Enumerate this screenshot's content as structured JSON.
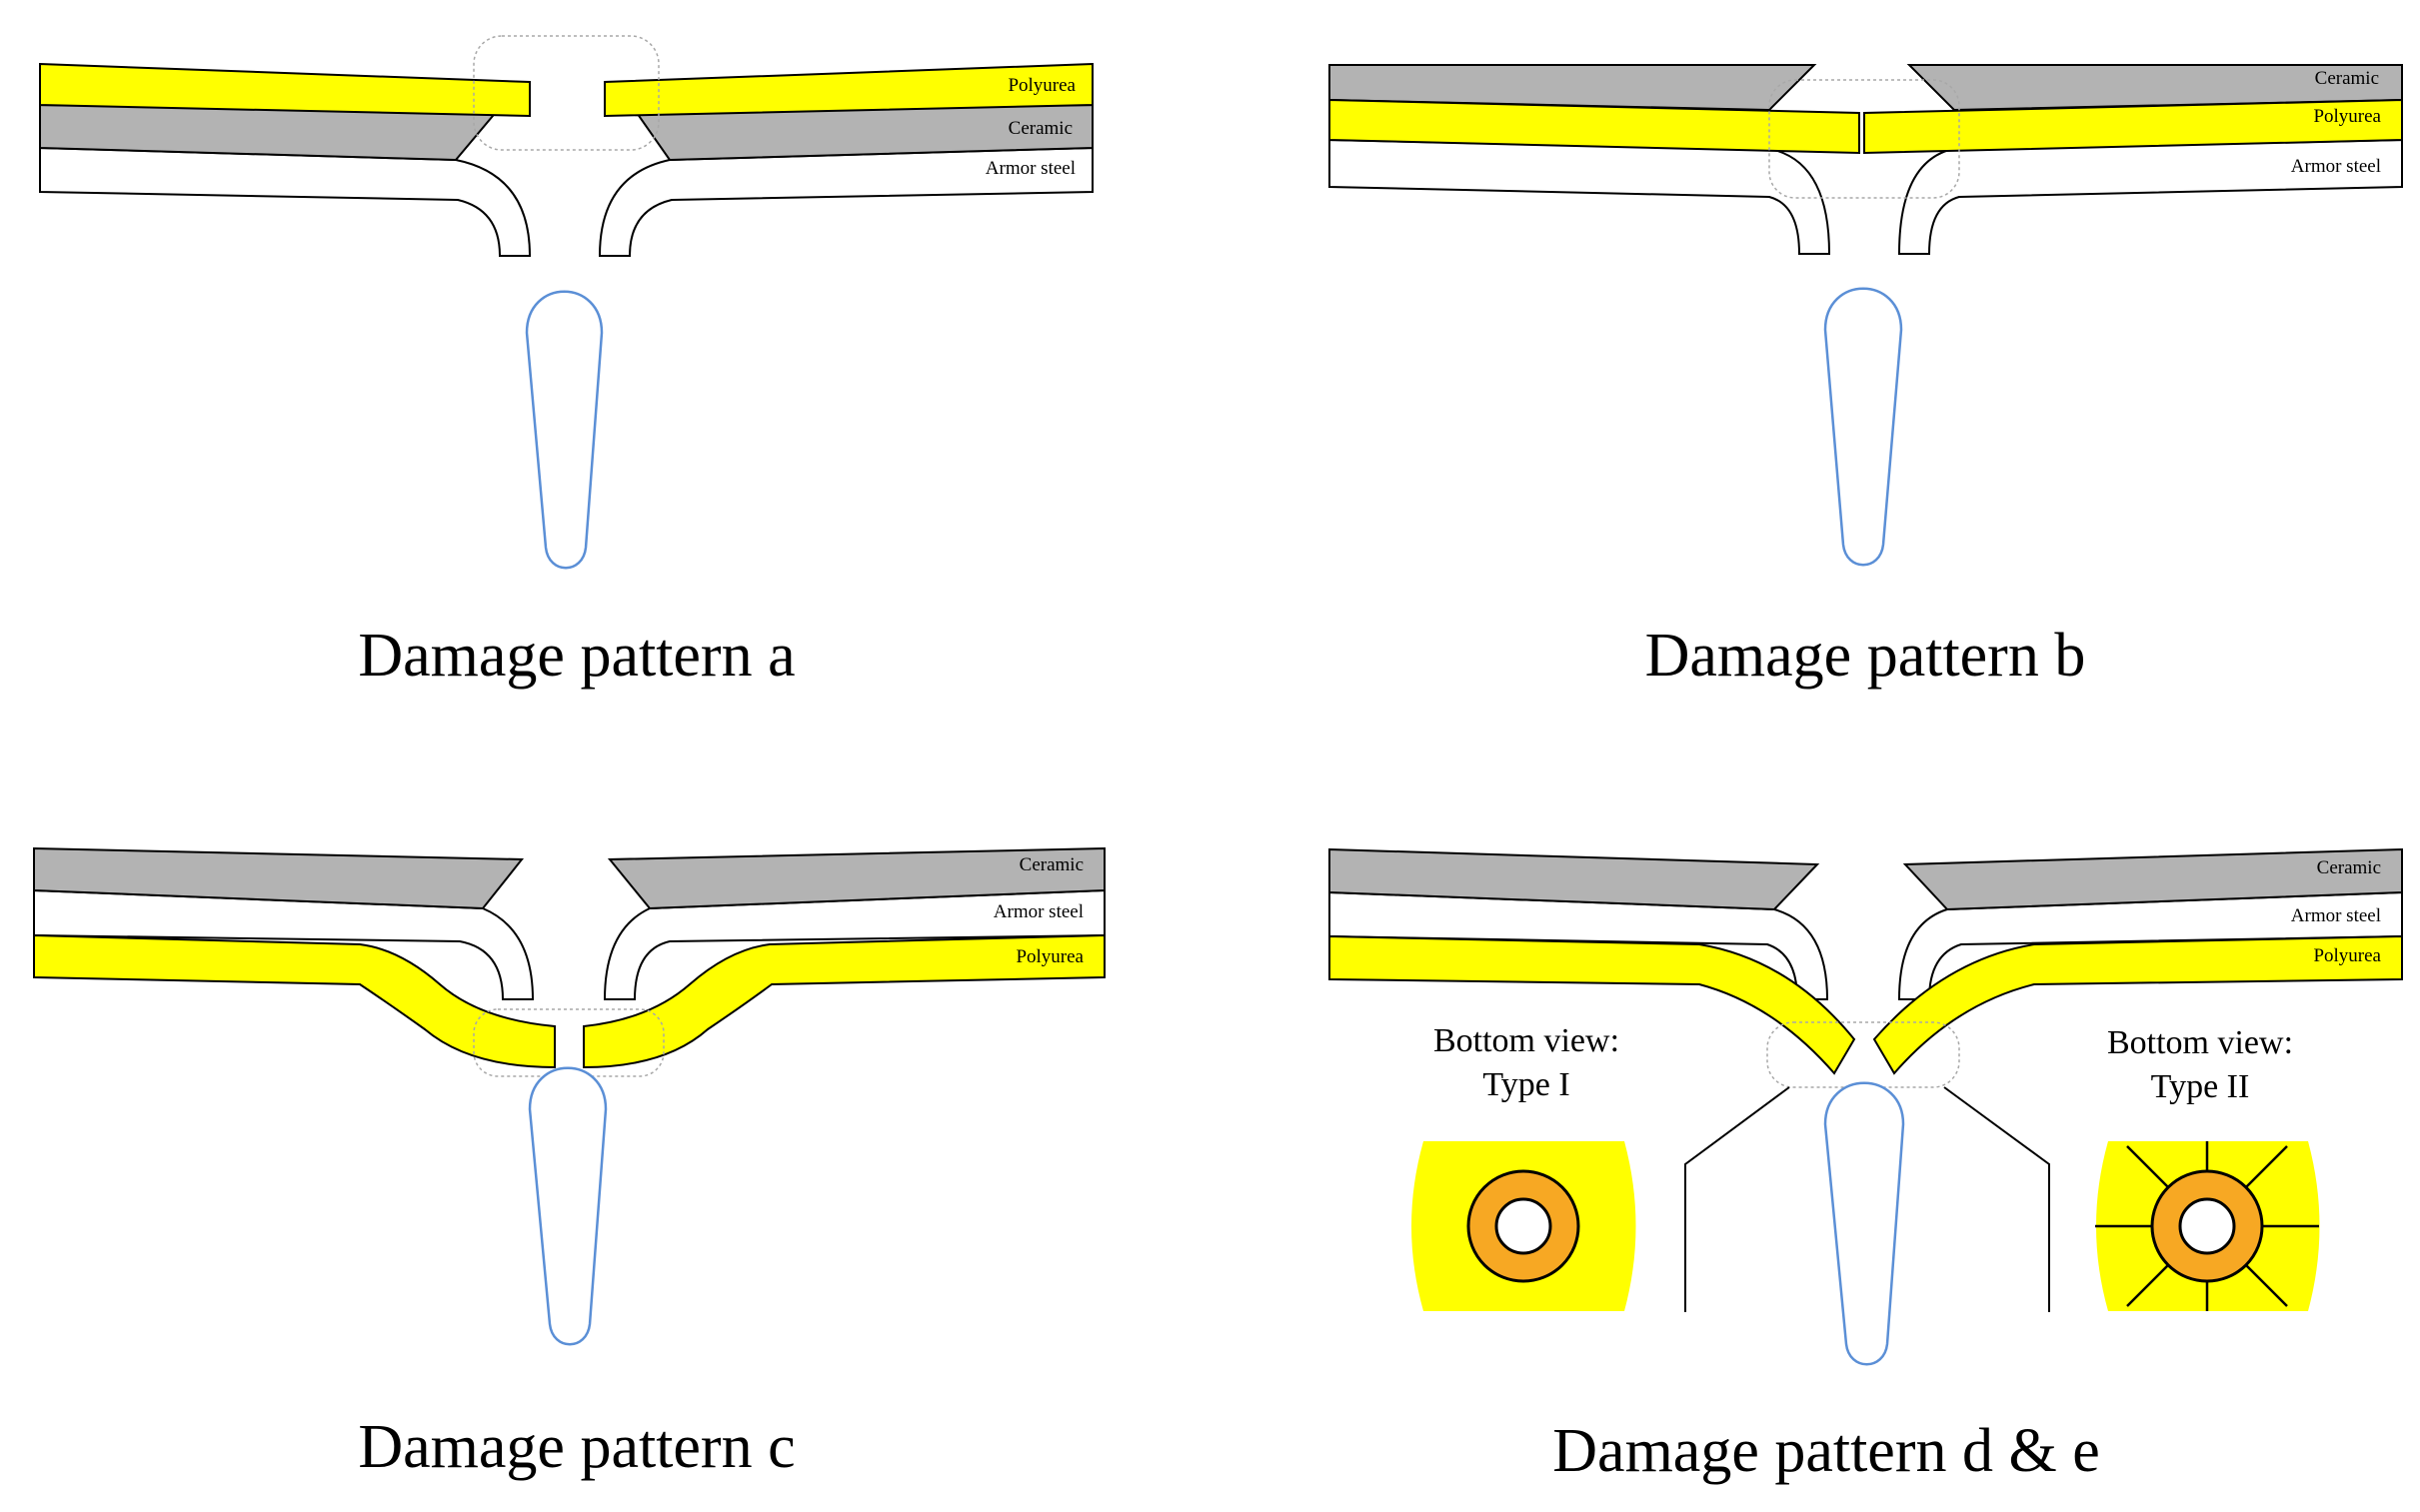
{
  "colors": {
    "polyurea": "#ffff00",
    "ceramic": "#b3b3b3",
    "armor_steel": "#ffffff",
    "ring": "#f7a823",
    "projectile_outline": "#5b8fd6"
  },
  "panel_a": {
    "label_polyurea": "Polyurea",
    "label_ceramic": "Ceramic",
    "label_steel": "Armor steel",
    "caption": "Damage pattern a"
  },
  "panel_b": {
    "label_ceramic": "Ceramic",
    "label_polyurea": "Polyurea",
    "label_steel": "Armor steel",
    "caption": "Damage pattern b"
  },
  "panel_c": {
    "label_ceramic": "Ceramic",
    "label_steel": "Armor steel",
    "label_polyurea": "Polyurea",
    "caption": "Damage pattern c"
  },
  "panel_d": {
    "label_ceramic": "Ceramic",
    "label_steel": "Armor steel",
    "label_polyurea": "Polyurea",
    "view1_line1": "Bottom view:",
    "view1_line2": "Type I",
    "view2_line1": "Bottom view:",
    "view2_line2": "Type II",
    "caption": "Damage pattern d & e"
  }
}
